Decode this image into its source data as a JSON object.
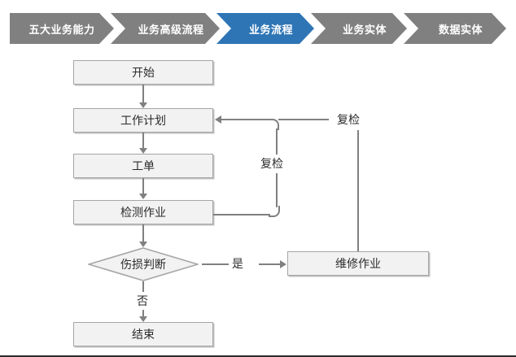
{
  "breadcrumb": {
    "items": [
      {
        "label": "五大业务能力",
        "active": false
      },
      {
        "label": "业务高级流程",
        "active": false
      },
      {
        "label": "业务流程",
        "active": true
      },
      {
        "label": "业务实体",
        "active": false
      },
      {
        "label": "数据实体",
        "active": false
      }
    ],
    "active_color": "#2e75b6",
    "inactive_color": "#808080",
    "text_color": "#ffffff"
  },
  "flowchart": {
    "node_fill": "#f2f2f2",
    "node_border": "#a6a6a6",
    "connector_color": "#808080",
    "nodes": {
      "start": "开始",
      "work_plan": "工作计划",
      "work_order": "工单",
      "inspection": "检测作业",
      "damage_decision": "伤损判断",
      "repair": "维修作业",
      "end": "结束"
    },
    "edge_labels": {
      "recheck_inner": "复检",
      "recheck_outer": "复检",
      "yes": "是",
      "no": "否"
    }
  }
}
